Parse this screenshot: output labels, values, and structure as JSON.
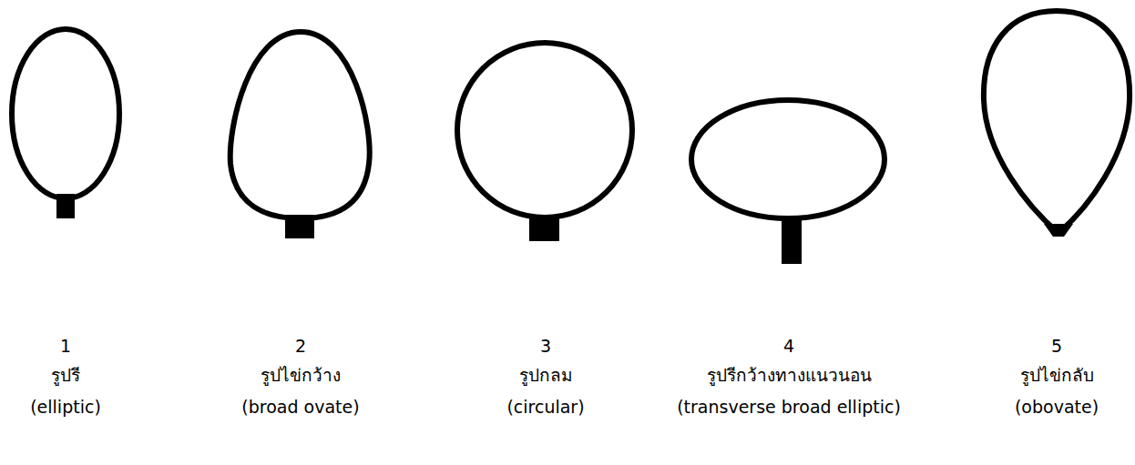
{
  "diagram": {
    "labels": [
      "1",
      "รูปรี",
      "(elliptic)",
      "2",
      "รูปไข่กว้าง",
      "(broad ovate)",
      "3",
      "รูปกลม",
      "(circular)",
      "4",
      "รูปรีกว้างทางแนวนอน",
      "(transverse broad elliptic)",
      "5",
      "รูปไข่กลับ",
      "(obovate)"
    ]
  }
}
